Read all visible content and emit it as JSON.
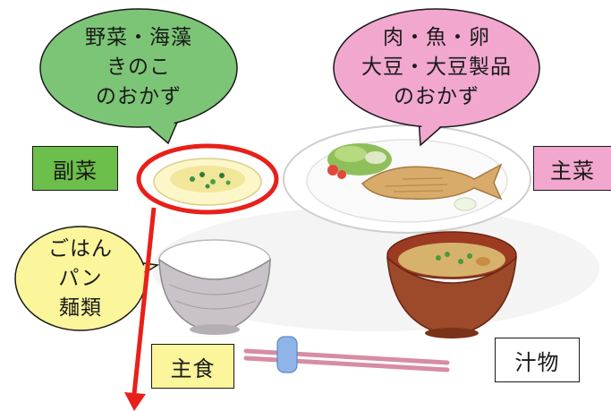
{
  "bubbles": {
    "side_dish": {
      "lines": [
        "野菜・海藻",
        "きのこ",
        "のおかず"
      ],
      "color": "#7cc576"
    },
    "main_dish": {
      "lines": [
        "肉・魚・卵",
        "大豆・大豆製品",
        "のおかず"
      ],
      "color": "#f2a7cf"
    },
    "staple": {
      "lines": [
        "ごはん",
        "パン",
        "麺類"
      ],
      "color": "#fbf59b"
    }
  },
  "labels": {
    "side_dish": {
      "text": "副菜",
      "color": "#6cbf4a"
    },
    "main_dish": {
      "text": "主菜",
      "color": "#f2a7cf"
    },
    "staple": {
      "text": "主食",
      "color": "#fbf59b"
    },
    "soup": {
      "text": "汁物",
      "color": "#ffffff"
    }
  },
  "highlight_color": "#e8201a"
}
